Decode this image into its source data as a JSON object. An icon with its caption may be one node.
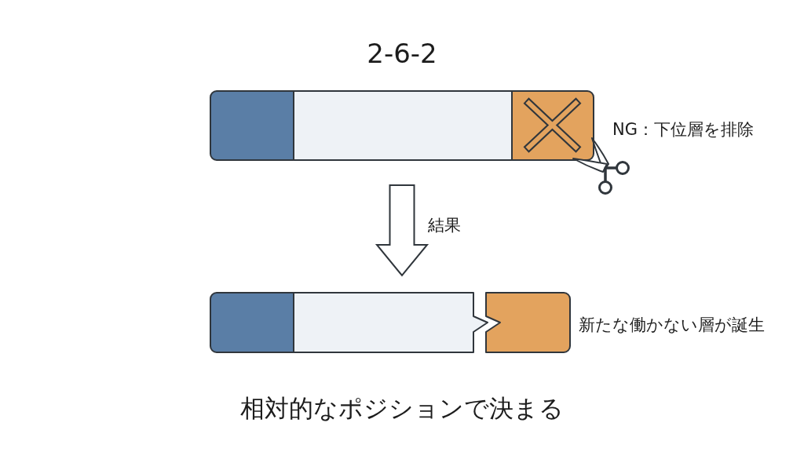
{
  "diagram": {
    "title": "2-6-2",
    "caption": "相対的なポジションで決まる",
    "nodes": [
      {
        "text": [],
        "shape": "box"
      },
      {
        "text": [],
        "shape": "box"
      },
      {
        "text": [],
        "shape": "box",
        "beside": [
          "NG：下位層を排除"
        ]
      },
      {
        "text": [],
        "shape": "box"
      },
      {
        "text": [],
        "shape": "box"
      },
      {
        "text": [],
        "shape": "box",
        "beside": [
          "新たな働かない層が誕生"
        ]
      }
    ],
    "edges": [
      {
        "from": 1,
        "to": 4,
        "arrow": "to",
        "label": "結果"
      }
    ]
  }
}
